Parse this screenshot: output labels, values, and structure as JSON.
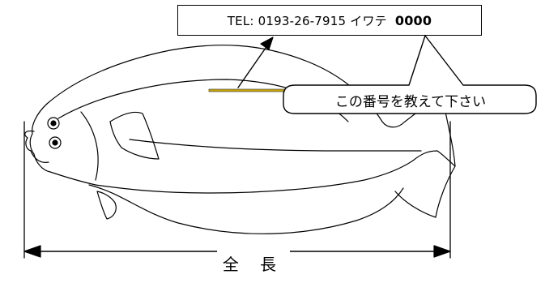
{
  "tag": {
    "phone_prefix": "TEL: 0193-26-7915 イワテ",
    "number": "0000"
  },
  "callout": {
    "text": "この番号を教えて下さい"
  },
  "measurement": {
    "label": "全 長"
  },
  "colors": {
    "line": "#000000",
    "tag_marker": "#c8a400",
    "tag_marker_dark": "#555555",
    "background": "#ffffff"
  }
}
